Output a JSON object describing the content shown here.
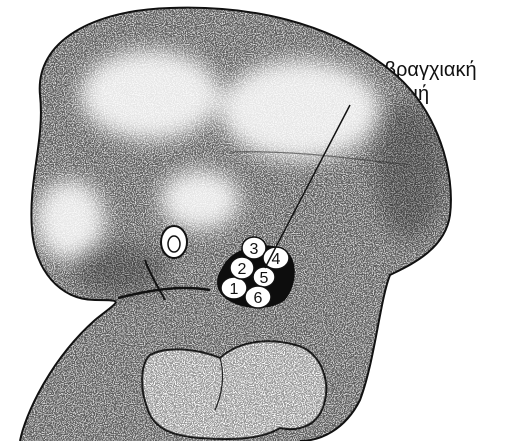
{
  "annotation": {
    "line1": "πρώτη βραγχιακή",
    "line2": "σχισμή"
  },
  "auricular_hillocks": [
    "1",
    "2",
    "3",
    "4",
    "5",
    "6"
  ],
  "colors": {
    "background": "#ffffff",
    "stipple": "#1a1a1a",
    "outline": "#111111",
    "hillock_fill": "#ffffff"
  }
}
